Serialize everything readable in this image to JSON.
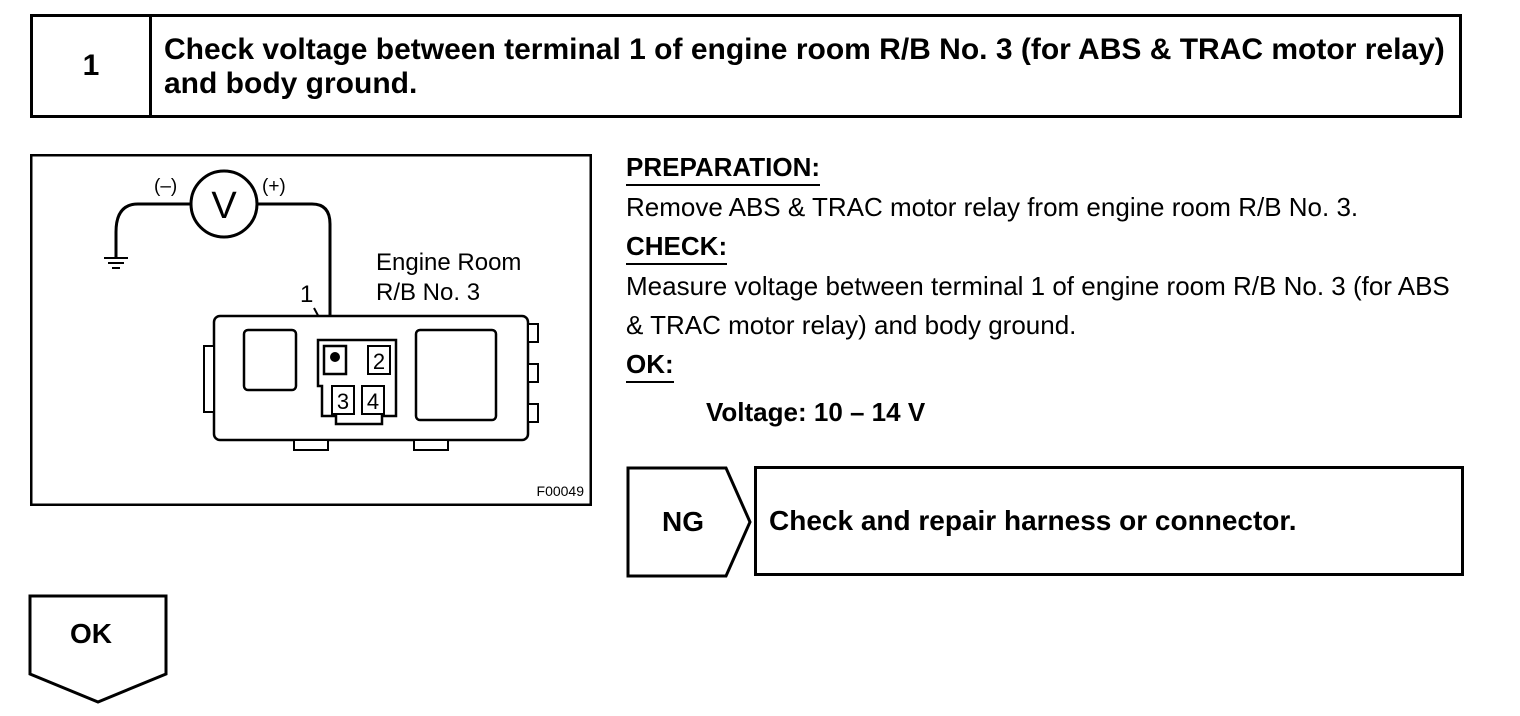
{
  "step": {
    "number": "1",
    "title": "Check voltage between terminal 1 of engine room R/B No. 3 (for ABS & TRAC motor relay) and body ground."
  },
  "diagram": {
    "meter_symbol": "V",
    "meter_neg": "(–)",
    "meter_pos": "(+)",
    "terminal_label": "1",
    "box_label_line1": "Engine Room",
    "box_label_line2": "R/B No. 3",
    "pin_2": "2",
    "pin_3": "3",
    "pin_4": "4",
    "figure_code": "F00049",
    "icons": [
      "ground-symbol-icon",
      "voltmeter-icon"
    ]
  },
  "procedure": {
    "preparation_heading": "PREPARATION:",
    "preparation_text": "Remove ABS & TRAC motor relay from engine room R/B No. 3.",
    "check_heading": "CHECK:",
    "check_text": "Measure voltage between terminal 1 of engine room R/B No. 3 (for ABS & TRAC motor relay) and body ground.",
    "ok_heading": "OK:",
    "ok_spec": "Voltage: 10 – 14 V"
  },
  "ng": {
    "label": "NG",
    "action": "Check and repair harness or connector."
  },
  "ok_next": {
    "label": "OK"
  }
}
